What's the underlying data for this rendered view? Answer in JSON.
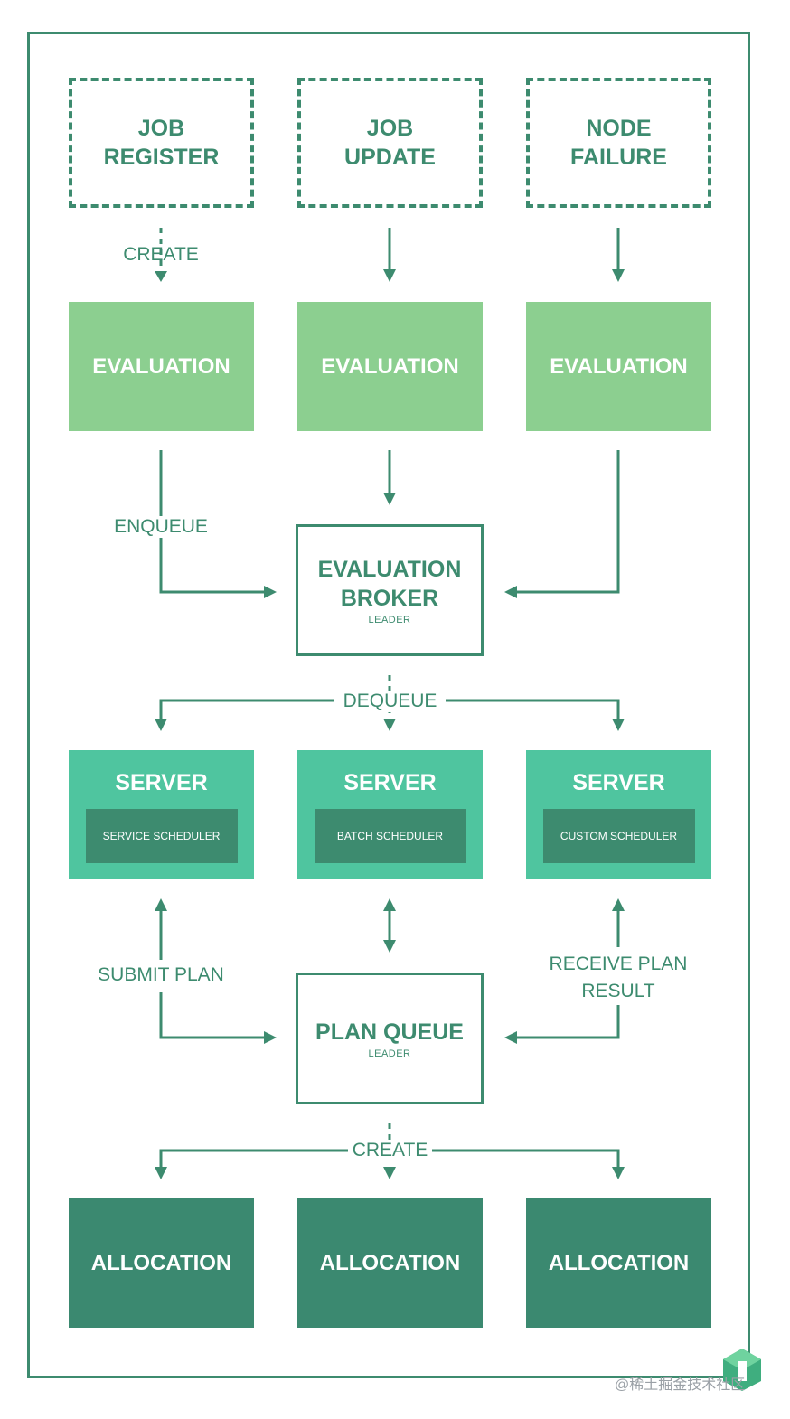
{
  "triggers": [
    "JOB\nREGISTER",
    "JOB\nUPDATE",
    "NODE\nFAILURE"
  ],
  "evaluations": [
    "EVALUATION",
    "EVALUATION",
    "EVALUATION"
  ],
  "broker": {
    "title": "EVALUATION\nBROKER",
    "subtitle": "LEADER"
  },
  "servers": [
    {
      "title": "SERVER",
      "scheduler": "SERVICE SCHEDULER"
    },
    {
      "title": "SERVER",
      "scheduler": "BATCH SCHEDULER"
    },
    {
      "title": "SERVER",
      "scheduler": "CUSTOM SCHEDULER"
    }
  ],
  "plan_queue": {
    "title": "PLAN QUEUE",
    "subtitle": "LEADER"
  },
  "allocations": [
    "ALLOCATION",
    "ALLOCATION",
    "ALLOCATION"
  ],
  "labels": {
    "create_eval": "CREATE",
    "enqueue": "ENQUEUE",
    "dequeue": "DEQUEUE",
    "submit_plan": "SUBMIT PLAN",
    "receive_plan_result": "RECEIVE PLAN\nRESULT",
    "create_alloc": "CREATE"
  },
  "watermark": "@稀土掘金技术社区",
  "colors": {
    "primary": "#3d8b6f",
    "evaluation": "#8ccf90",
    "server": "#4fc59f",
    "allocation": "#3b8970"
  }
}
